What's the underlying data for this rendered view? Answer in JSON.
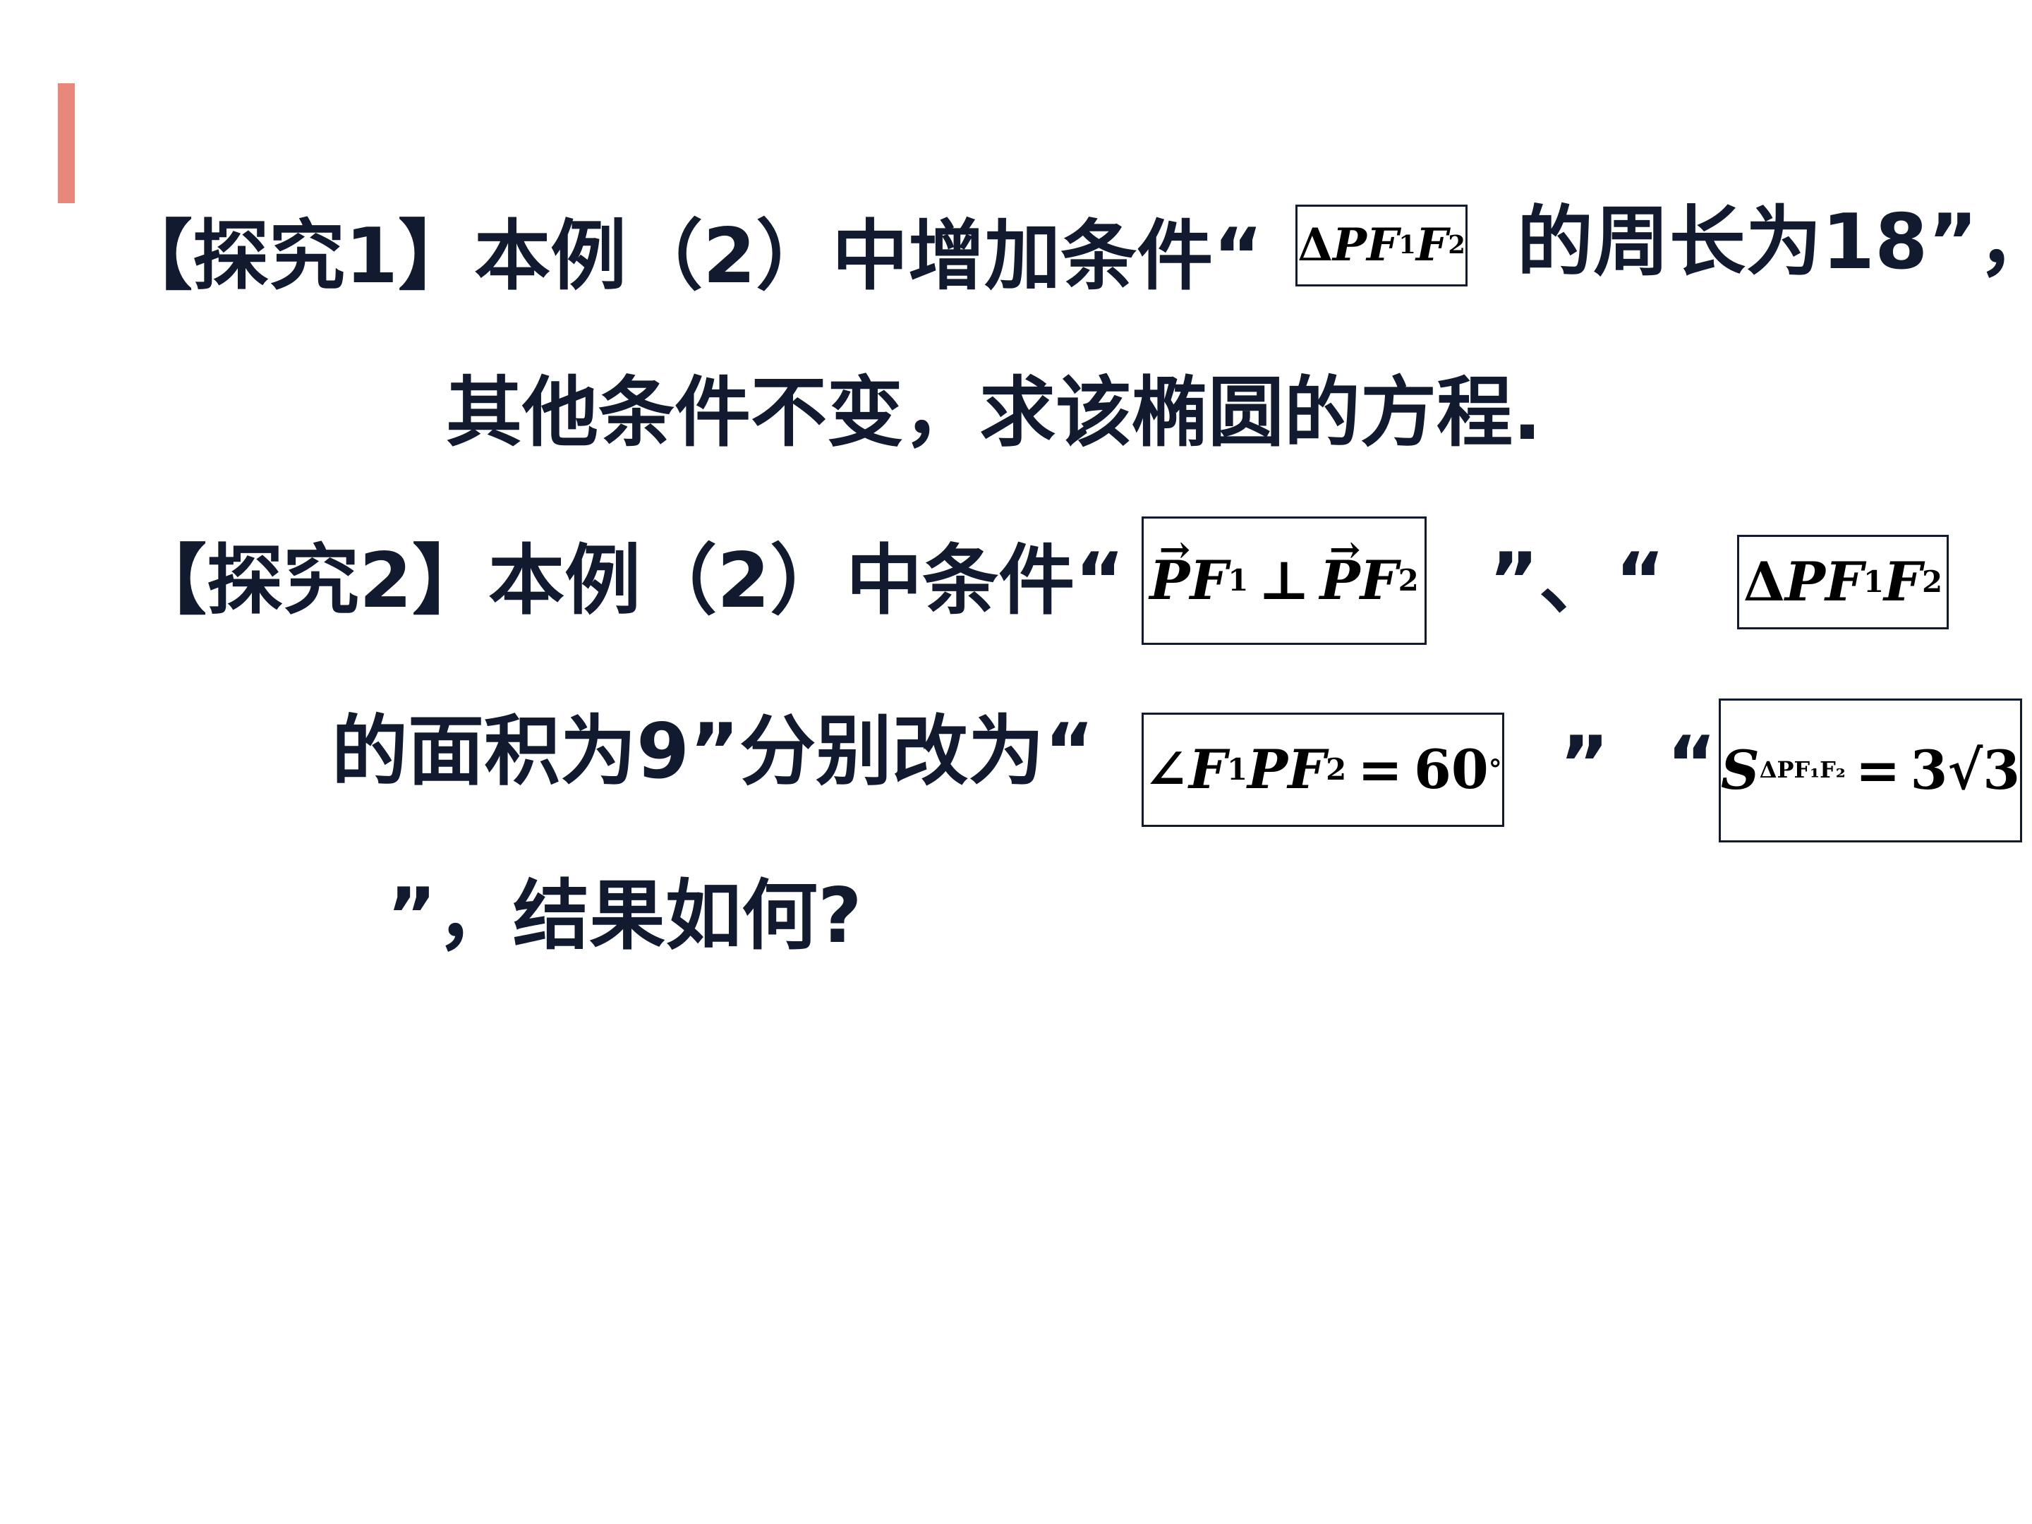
{
  "accent_color": "#e8877a",
  "text_color": "#111a2e",
  "lines": {
    "l1_label": "【探究1】本例（2）中增加条件“",
    "l1_after": "的周长为18”，",
    "l2": "其他条件不变，求该椭圆的方程.",
    "l3_label": "【探究2】本例（2）中条件“",
    "l3_mid": "”、“",
    "l4_label": "的面积为9”分别改为“",
    "l4_q1_close": "”",
    "l4_q2_open": "“",
    "l5": "”，结果如何?"
  },
  "formulas": {
    "tri_a": {
      "delta": "Δ",
      "body": "PF",
      "s1": "1",
      "f": "F",
      "s2": "2"
    },
    "perp": {
      "p1": "P",
      "f1": "F",
      "s1": "1",
      "op": "⊥",
      "p2": "P",
      "f2": "F",
      "s2": "2",
      "arrow": "→"
    },
    "tri_b": {
      "delta": "Δ",
      "body": "PF",
      "s1": "1",
      "f": "F",
      "s2": "2"
    },
    "angle": {
      "angle": "∠",
      "f1": "F",
      "s1": "1",
      "mid": "PF",
      "s2": "2",
      "eq": "=",
      "val": "60",
      "deg": "°"
    },
    "area": {
      "s": "S",
      "sub": "ΔPF₁F₂",
      "eq": "=",
      "coef": "3",
      "root": "√3"
    }
  }
}
